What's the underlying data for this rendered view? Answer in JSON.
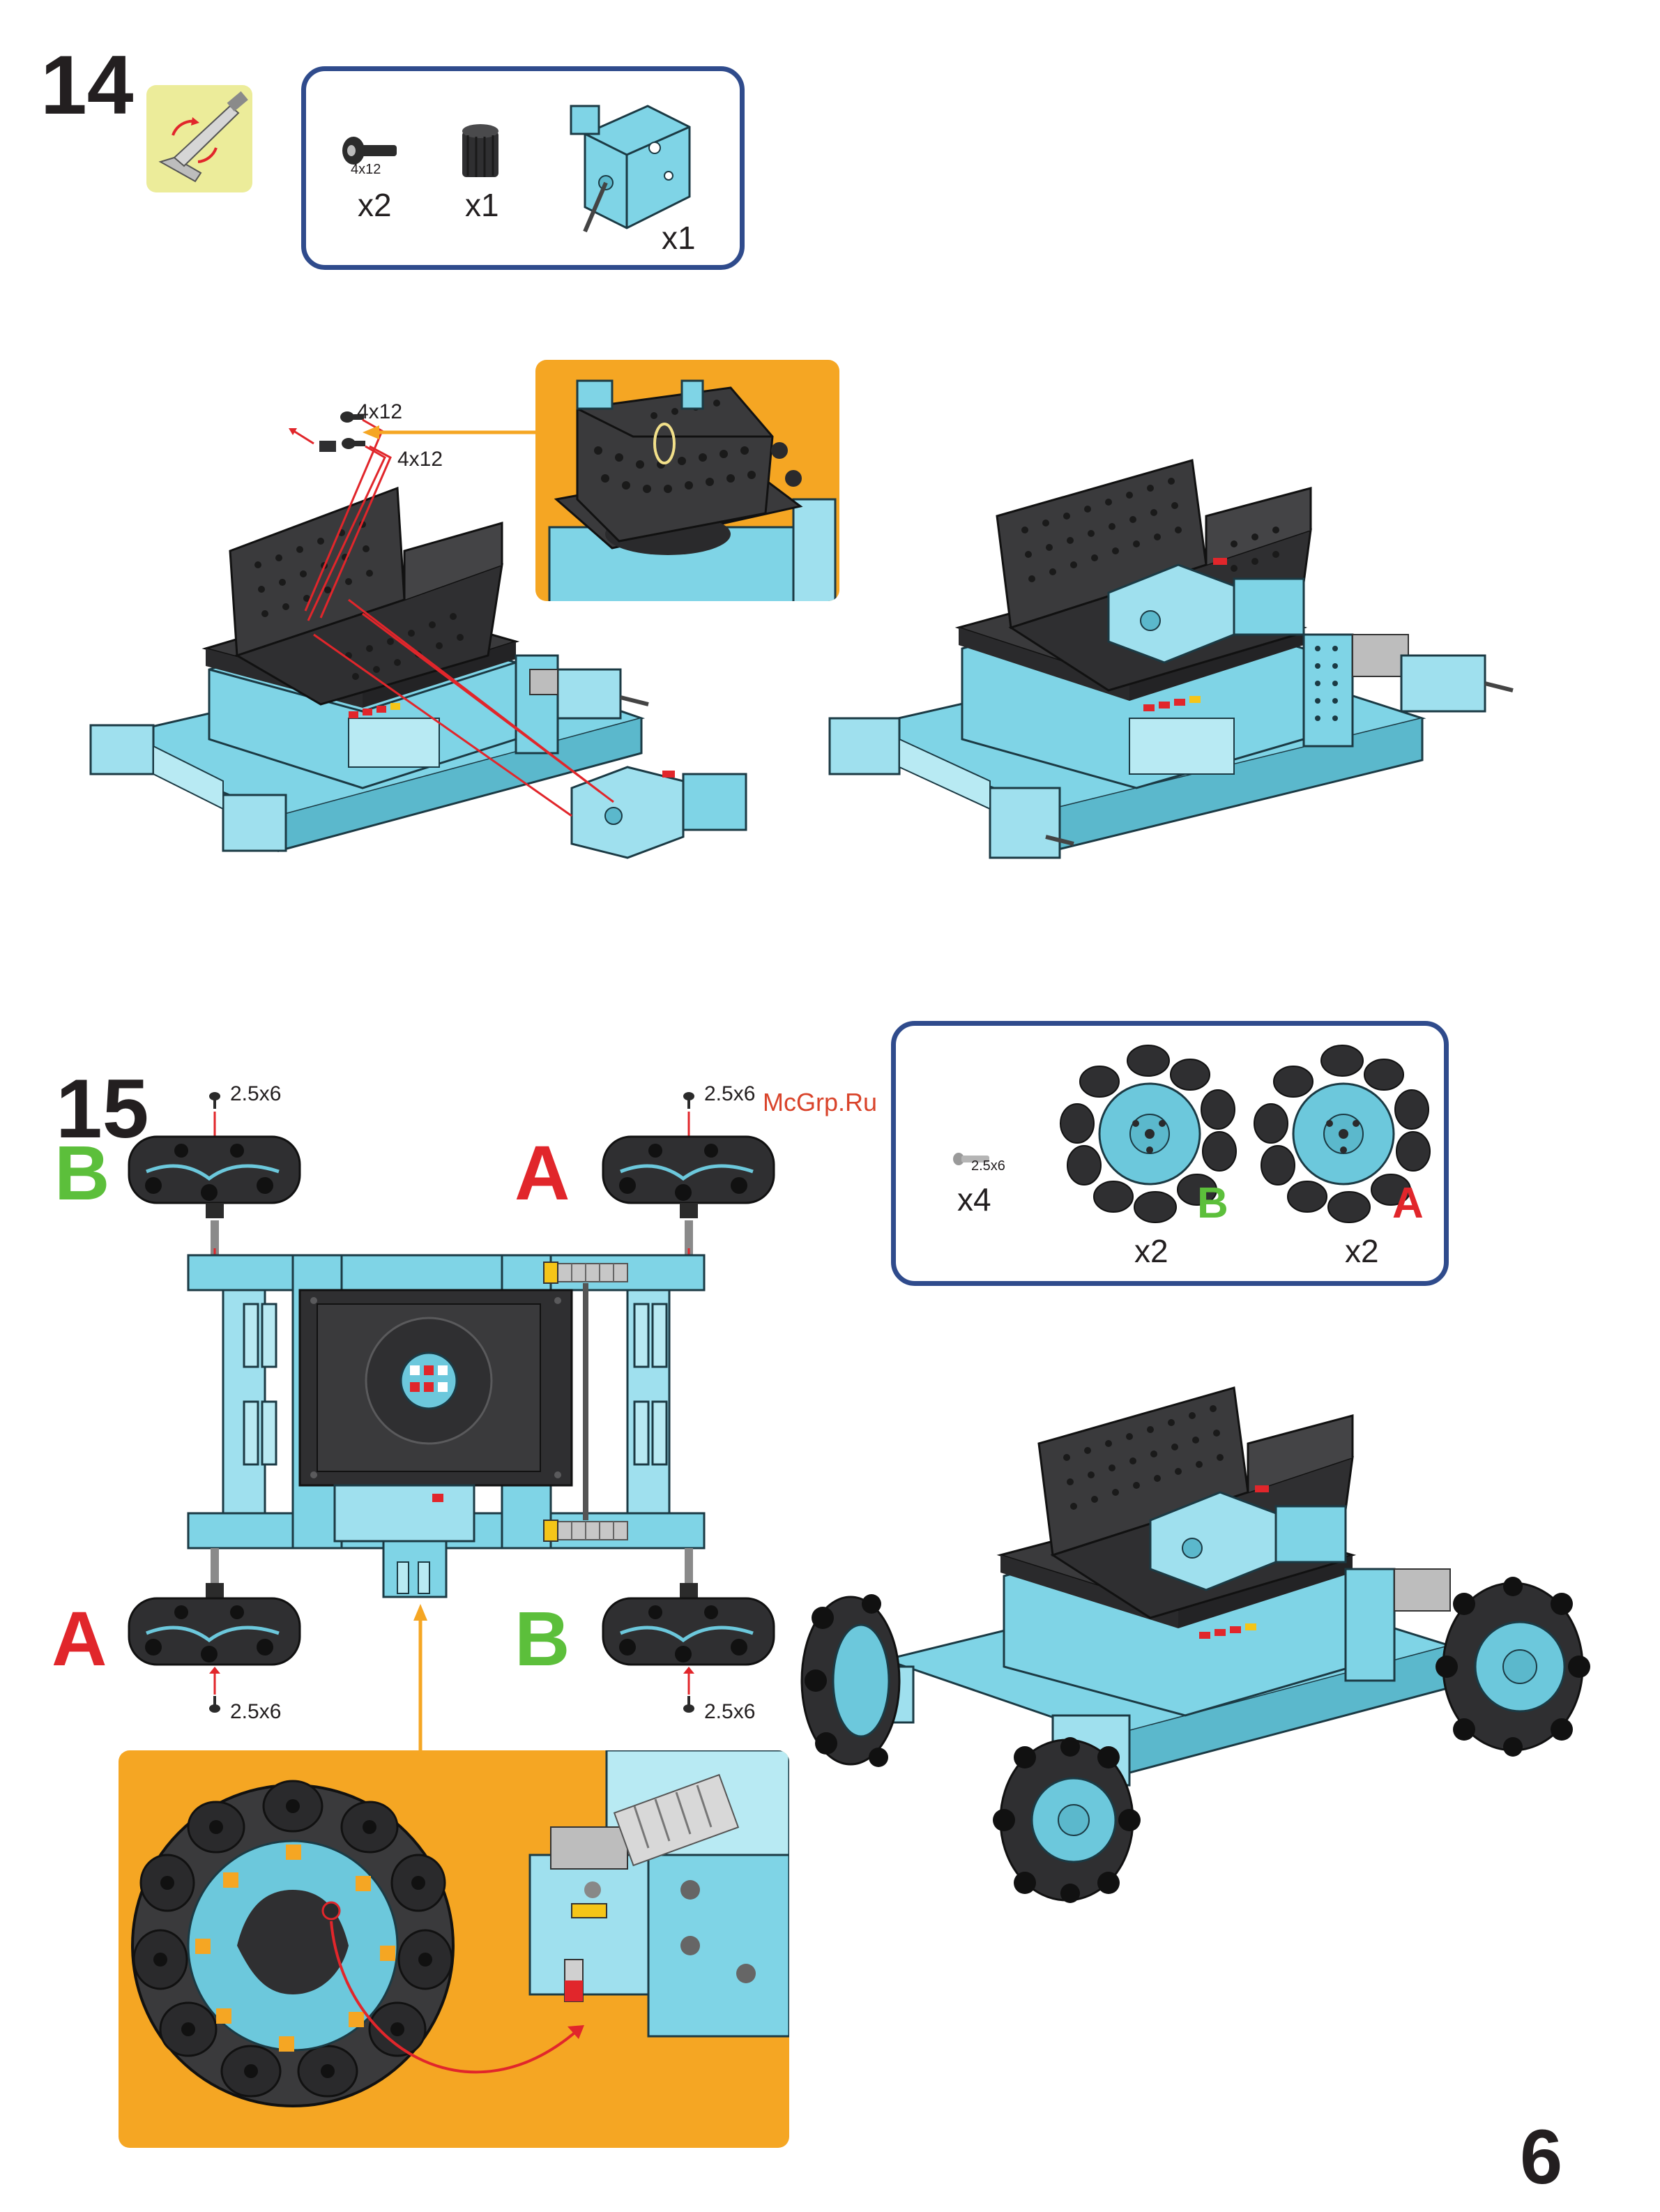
{
  "page_number": "6",
  "watermark": "McGrp.Ru",
  "step14": {
    "number": "14",
    "parts": [
      {
        "name": "screw",
        "size_label": "4x12",
        "qty": "x2"
      },
      {
        "name": "gear",
        "qty": "x1"
      },
      {
        "name": "motor",
        "qty": "x1"
      }
    ],
    "callouts": [
      "4x12",
      "4x12"
    ]
  },
  "step15": {
    "number": "15",
    "parts": [
      {
        "name": "screw",
        "size_label": "2.5x6",
        "qty": "x4"
      },
      {
        "name": "wheel-B",
        "tag": "B",
        "qty": "x2"
      },
      {
        "name": "wheel-A",
        "tag": "A",
        "qty": "x2"
      }
    ],
    "wheel_positions": [
      {
        "corner": "top-left",
        "tag": "B",
        "screw": "2.5x6"
      },
      {
        "corner": "top-right",
        "tag": "A",
        "screw": "2.5x6"
      },
      {
        "corner": "bottom-left",
        "tag": "A",
        "screw": "2.5x6"
      },
      {
        "corner": "bottom-right",
        "tag": "B",
        "screw": "2.5x6"
      }
    ]
  },
  "colors": {
    "frame": "#6cc8dc",
    "dark_part": "#3a3a3c",
    "box_border": "#2f4b8c",
    "highlight_bg": "#f5a623",
    "arrow": "#e1262b",
    "tag_A": "#e1262b",
    "tag_B": "#5cbf3b"
  }
}
